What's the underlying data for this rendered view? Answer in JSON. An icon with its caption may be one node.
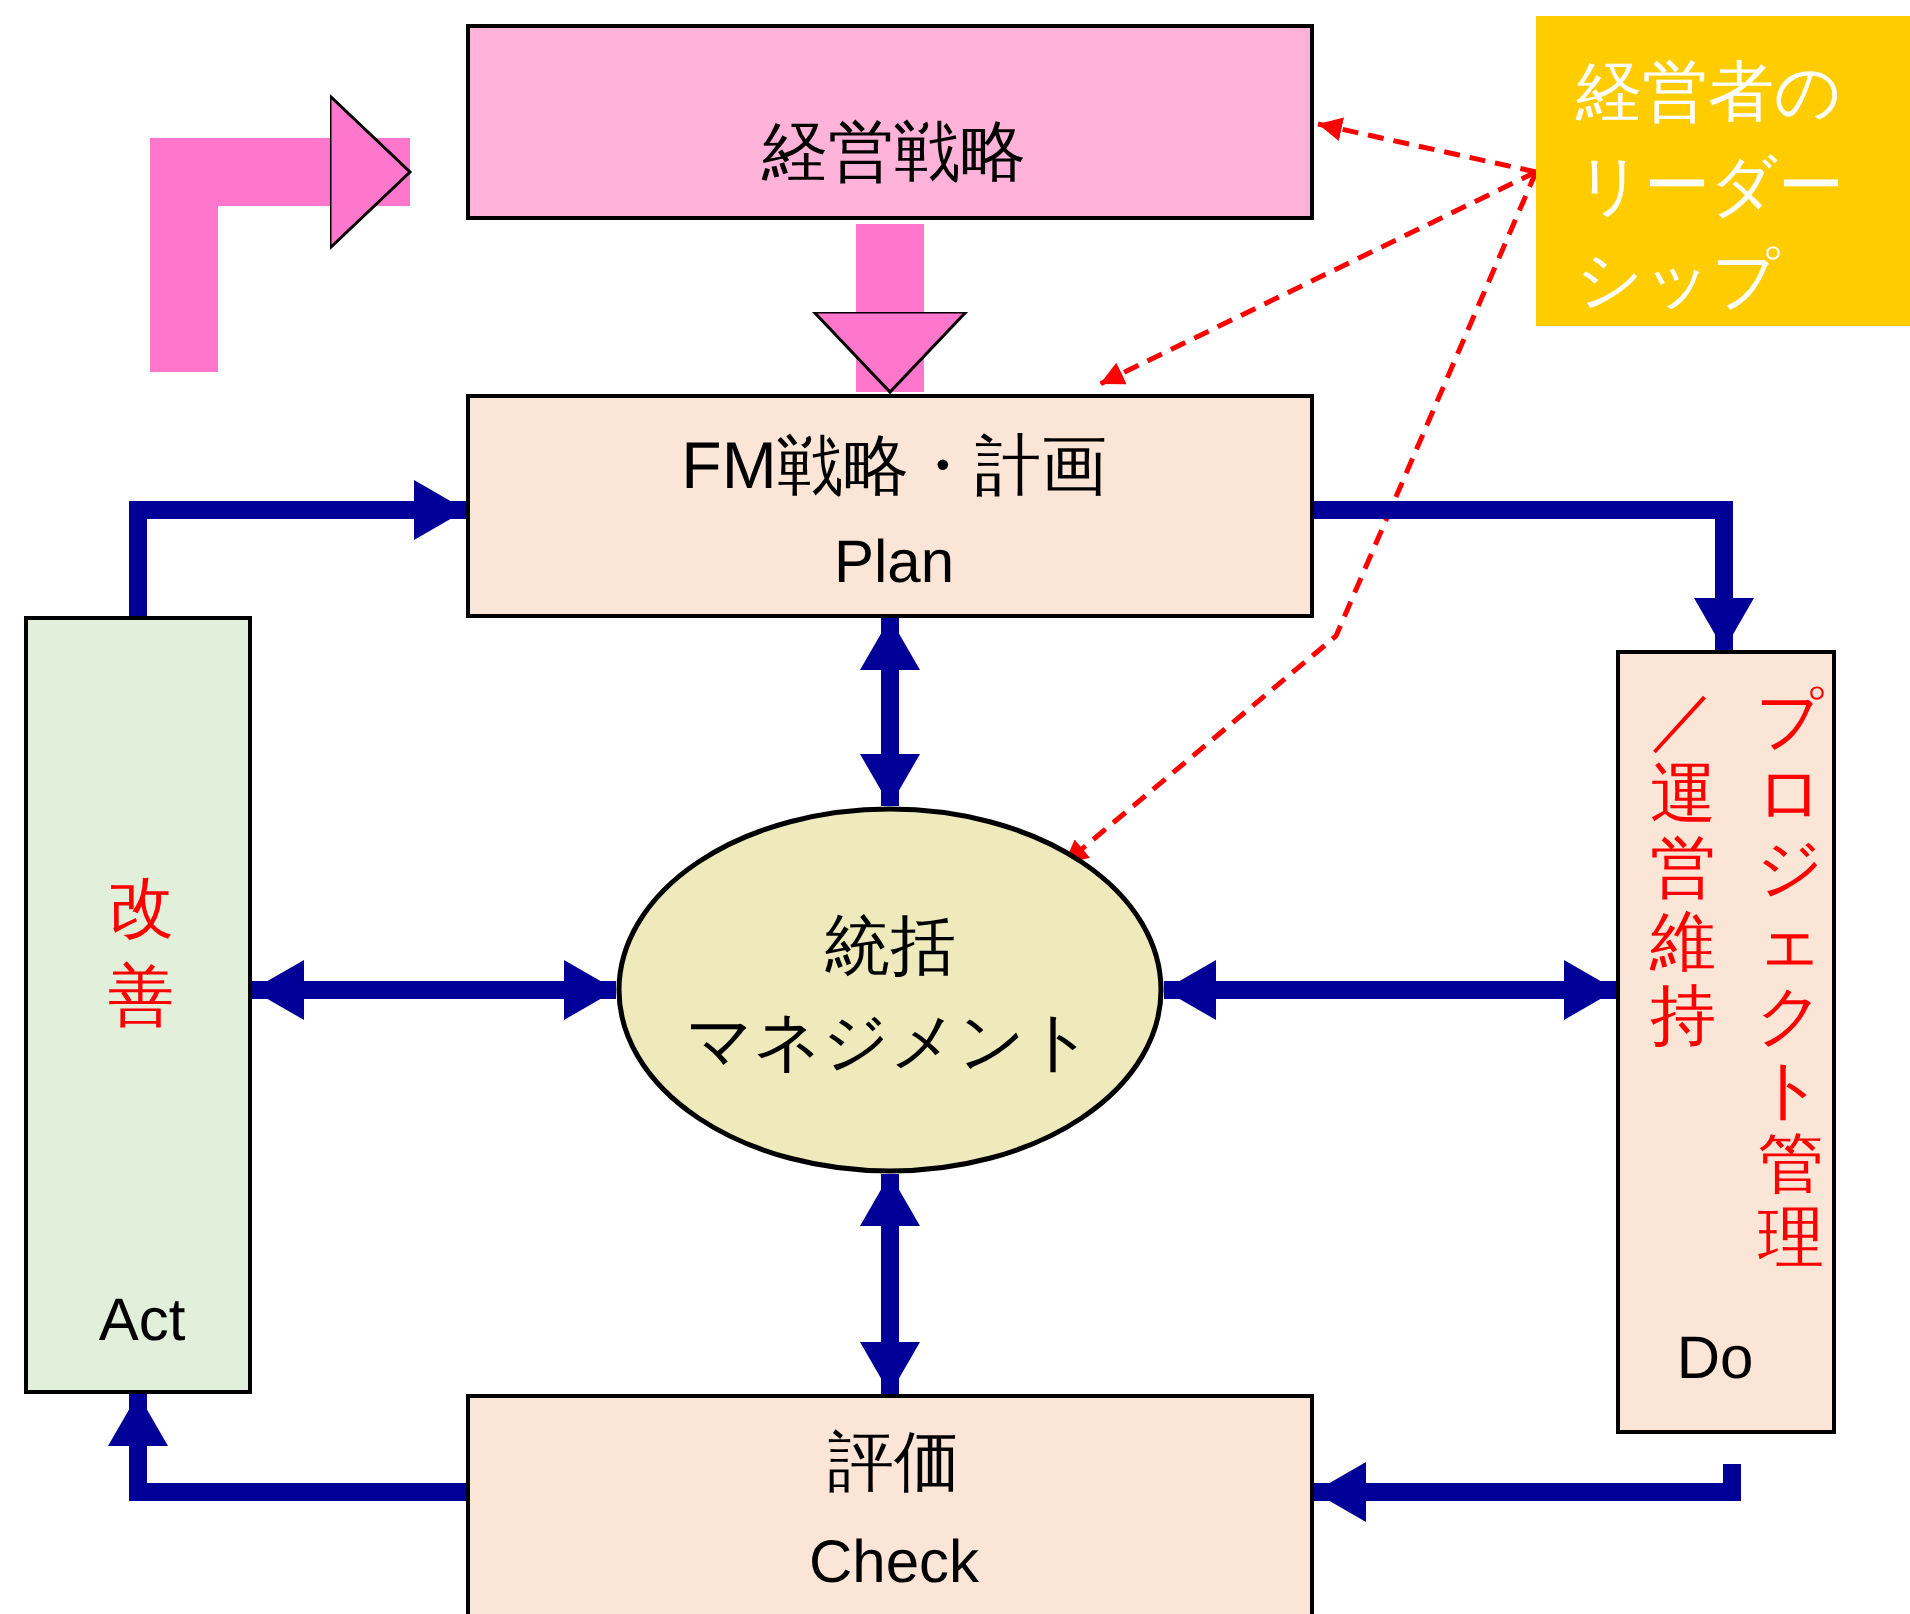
{
  "diagram": {
    "nodes": [
      {
        "text": [
          "経営戦略"
        ]
      },
      {
        "text": [
          "経営者のリーダーシップ"
        ]
      },
      {
        "text": [
          "FM戦略・計画",
          "Plan"
        ]
      },
      {
        "text": [
          "改善",
          "Act"
        ]
      },
      {
        "text": [
          "統括",
          "マネジメント"
        ]
      },
      {
        "text": [
          "プロジェクト管理／運営維持",
          "Do"
        ]
      },
      {
        "text": [
          "評価",
          "Check"
        ]
      }
    ],
    "edges": [
      {
        "from": null,
        "to": 0,
        "arrow": "to",
        "style": "thick",
        "color": "#ff77cc"
      },
      {
        "from": 0,
        "to": 2,
        "arrow": "to",
        "style": "thick",
        "color": "#ff77cc"
      },
      {
        "from": 1,
        "to": 0,
        "arrow": "to",
        "style": "dashed",
        "color": "#ff0000"
      },
      {
        "from": 1,
        "to": 2,
        "arrow": "to",
        "style": "dashed",
        "color": "#ff0000"
      },
      {
        "from": 1,
        "to": 4,
        "arrow": "to",
        "style": "dashed",
        "color": "#ff0000"
      },
      {
        "from": 3,
        "to": 2,
        "arrow": "to"
      },
      {
        "from": 2,
        "to": 5,
        "arrow": "to"
      },
      {
        "from": 5,
        "to": 6,
        "arrow": "to"
      },
      {
        "from": 6,
        "to": 3,
        "arrow": "to"
      },
      {
        "from": 2,
        "to": 4,
        "arrow": "both"
      },
      {
        "from": 4,
        "to": 3,
        "arrow": "both"
      },
      {
        "from": 4,
        "to": 5,
        "arrow": "both"
      },
      {
        "from": 4,
        "to": 6,
        "arrow": "both"
      }
    ]
  }
}
